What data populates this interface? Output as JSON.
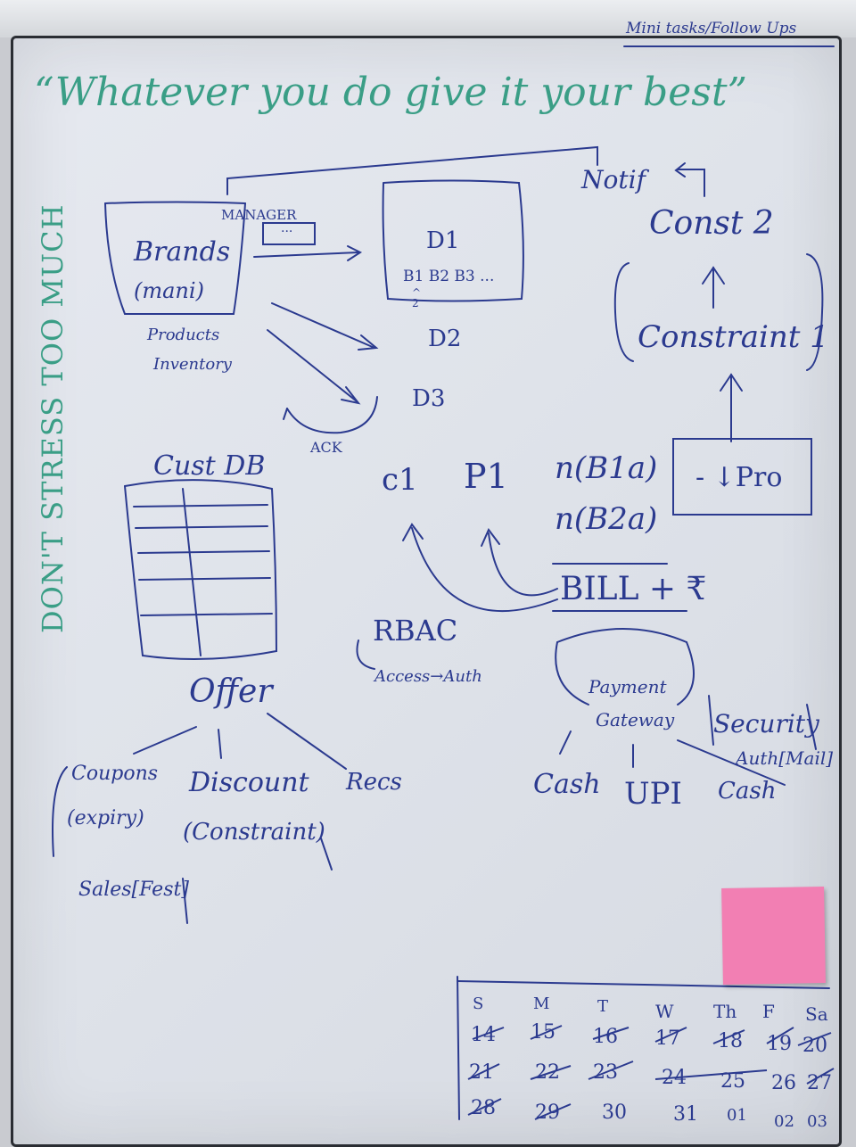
{
  "header": {
    "corner_note": "Mini tasks/Follow Ups"
  },
  "quote": "“Whatever you do give it your best”",
  "side_text": "DON'T STRESS TOO MUCH",
  "diagram": {
    "brands_box": {
      "title": "Brands",
      "subtitle": "(mani)"
    },
    "manager_label": "MANAGER",
    "manager_box_text": "...",
    "products": "Products",
    "inventory": "Inventory",
    "d1_box": {
      "title": "D1",
      "items": "B1 B2 B3 ..."
    },
    "d1_sub": "^\n2",
    "d2": "D2",
    "d3": "D3",
    "ack": "ACK",
    "notif": "Notif",
    "const2": "Const 2",
    "constraint1": "Constraint 1",
    "pro_box": "- ↓Pro",
    "cust_db": "Cust DB",
    "c1": "c1",
    "p1": "P1",
    "n_b1a": "n(B1a)",
    "n_b2a": "n(B2a)",
    "bill": "BILL + ₹",
    "rbac": "RBAC",
    "access_auth": "Access→Auth",
    "payment": "Payment",
    "gateway": "Gateway",
    "security": "Security",
    "auth_mail": "Auth[Mail]",
    "cash": "Cash",
    "upi": "UPI",
    "cash2": "Cash",
    "offer": "Offer",
    "coupons": "Coupons",
    "expiry": "(expiry)",
    "discount": "Discount",
    "constraint": "(Constraint)",
    "recs": "Recs",
    "sales": "Sales[Fest]"
  },
  "calendar": {
    "days": [
      "S",
      "M",
      "T",
      "W",
      "Th",
      "F",
      "Sa"
    ],
    "rows": [
      [
        "14",
        "15",
        "16",
        "17",
        "18",
        "19",
        "20"
      ],
      [
        "21",
        "22",
        "23",
        "24",
        "25",
        "26",
        "27"
      ],
      [
        "28",
        "29",
        "30",
        "31",
        "01",
        "02",
        "03"
      ]
    ]
  },
  "colors": {
    "blue_marker": "#2b3a8f",
    "green_marker": "#3a9e86",
    "sticky_note": "#f27fb3"
  }
}
